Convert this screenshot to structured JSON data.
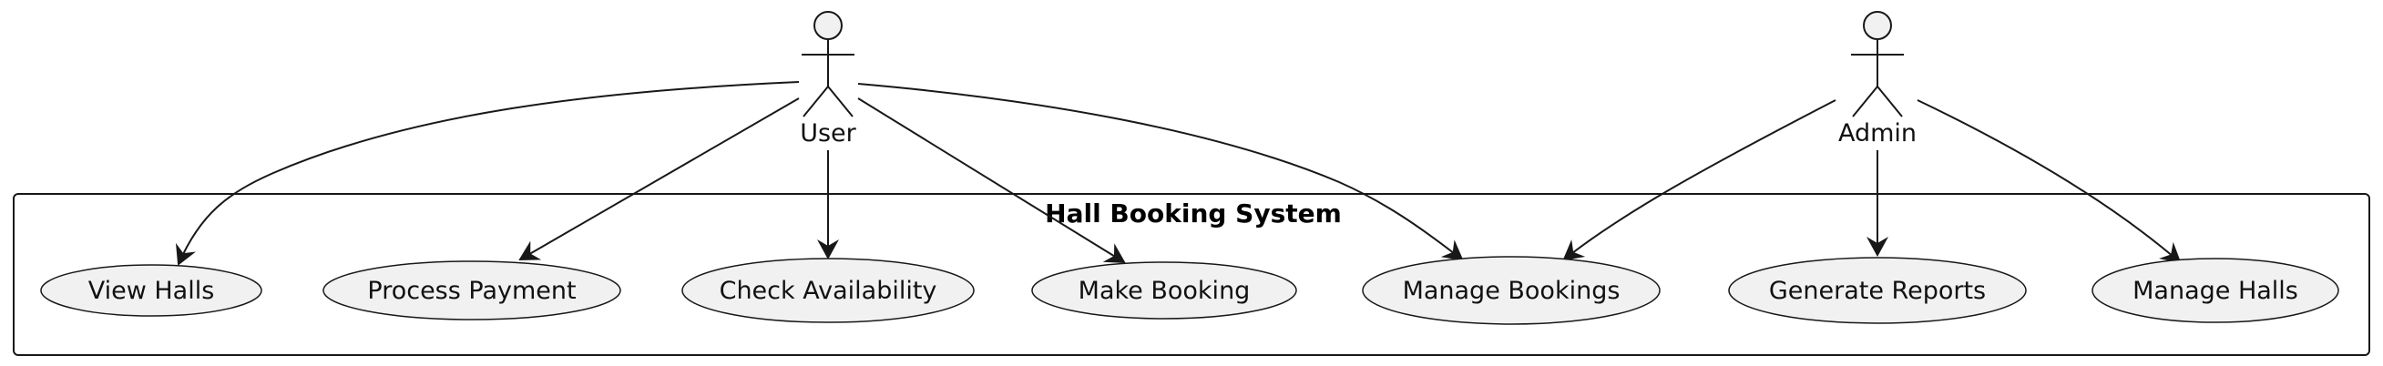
{
  "system": {
    "title": "Hall Booking System"
  },
  "actors": [
    {
      "id": "user",
      "label": "User"
    },
    {
      "id": "admin",
      "label": "Admin"
    }
  ],
  "use_cases": [
    {
      "id": "view-halls",
      "label": "View Halls"
    },
    {
      "id": "process-payment",
      "label": "Process Payment"
    },
    {
      "id": "check-availability",
      "label": "Check Availability"
    },
    {
      "id": "make-booking",
      "label": "Make Booking"
    },
    {
      "id": "manage-bookings",
      "label": "Manage Bookings"
    },
    {
      "id": "generate-reports",
      "label": "Generate Reports"
    },
    {
      "id": "manage-halls",
      "label": "Manage Halls"
    }
  ],
  "associations": [
    {
      "from": "User",
      "to": "View Halls"
    },
    {
      "from": "User",
      "to": "Process Payment"
    },
    {
      "from": "User",
      "to": "Check Availability"
    },
    {
      "from": "User",
      "to": "Make Booking"
    },
    {
      "from": "User",
      "to": "Manage Bookings"
    },
    {
      "from": "Admin",
      "to": "Manage Bookings"
    },
    {
      "from": "Admin",
      "to": "Generate Reports"
    },
    {
      "from": "Admin",
      "to": "Manage Halls"
    }
  ],
  "colors": {
    "usecase_fill": "#f1f1f1",
    "stroke": "#181818",
    "background": "#ffffff"
  },
  "icons": {
    "actor": "stick-figure-icon"
  }
}
